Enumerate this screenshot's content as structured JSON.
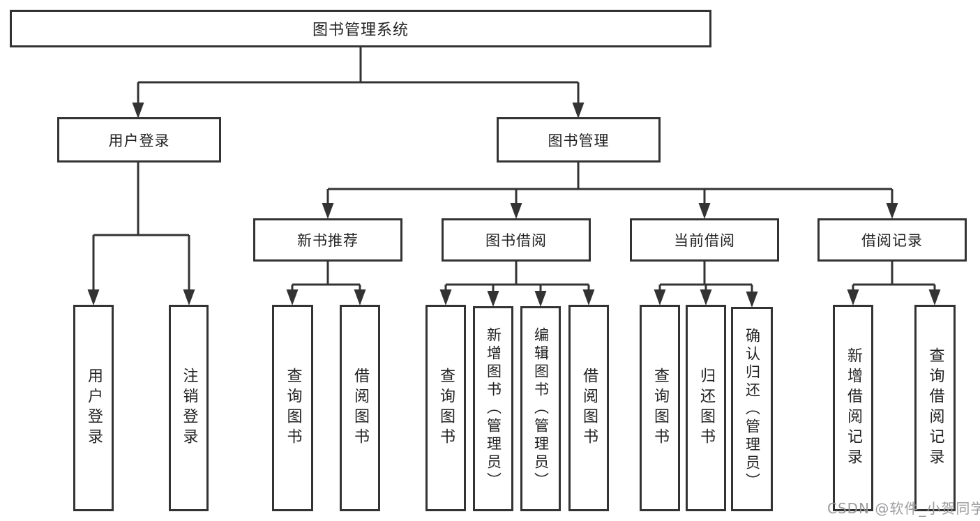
{
  "diagram": {
    "nodes": {
      "root": "图书管理系统",
      "user_login": "用户登录",
      "book_mgmt": "图书管理",
      "new_book_rec": "新书推荐",
      "book_borrow": "图书借阅",
      "current_borrow": "当前借阅",
      "borrow_records": "借阅记录",
      "ul_user_login": "用户登录",
      "ul_logout": "注销登录",
      "nb_query_books": "查询图书",
      "nb_borrow_books": "借阅图书",
      "bb_query_books": "查询图书",
      "bb_add_books": "新增图书（管理员）",
      "bb_edit_books": "编辑图书（管理员）",
      "bb_borrow_books": "借阅图书",
      "cb_query_books": "查询图书",
      "cb_return_books": "归还图书",
      "cb_confirm_return": "确认归还（管理员）",
      "br_add_record": "新增借阅记录",
      "br_query_record": "查询借阅记录"
    },
    "colors": {
      "line": "#333333",
      "text": "#222222",
      "watermark": "#969699",
      "background": "#ffffff"
    },
    "watermark": "CSDN @软件_小贺同学"
  }
}
